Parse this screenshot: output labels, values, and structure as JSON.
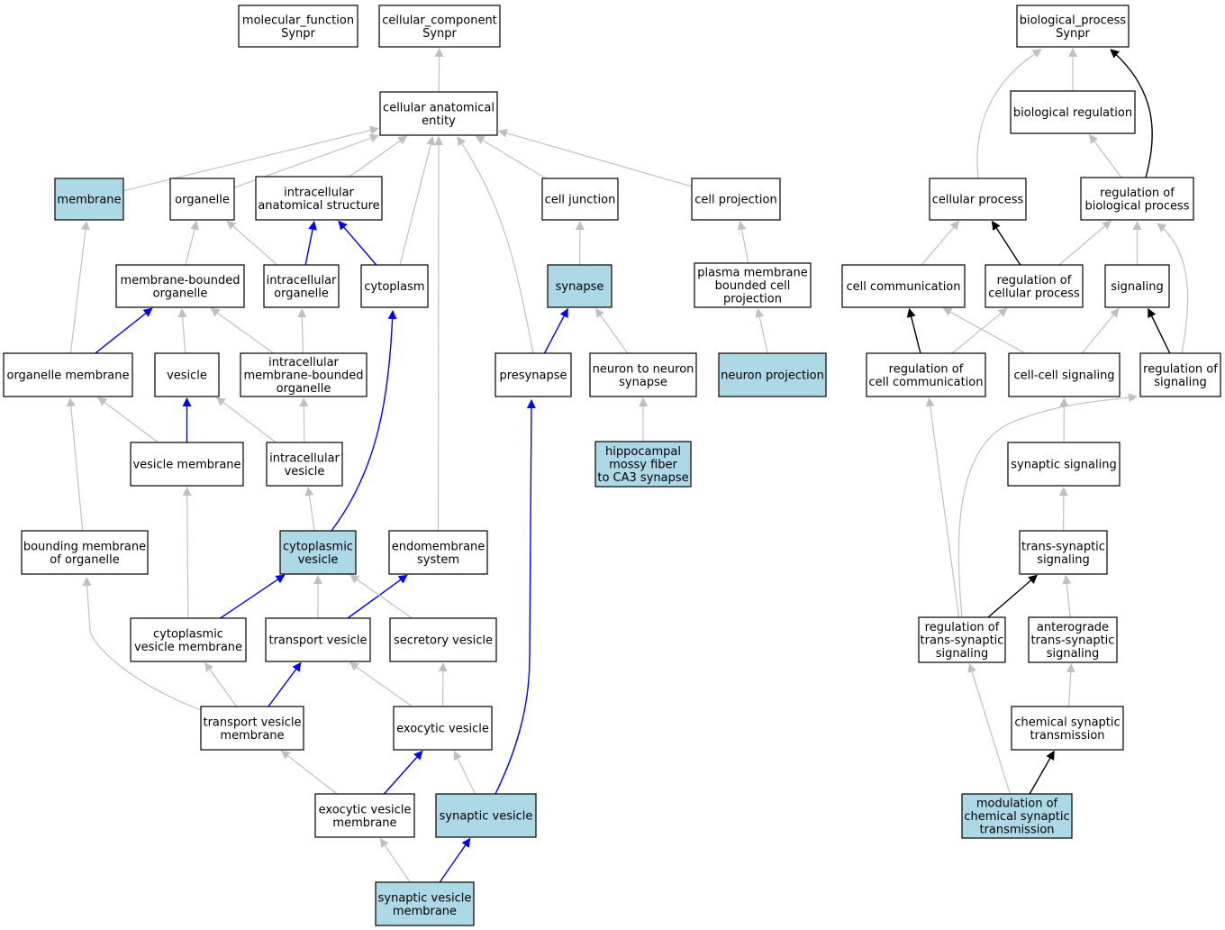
{
  "colors": {
    "highlight_fill": "#add8e6",
    "default_fill": "#ffffff",
    "edge_gray": "#c0c0c0",
    "edge_blue": "#0000ff",
    "edge_black": "#000000"
  },
  "nodes": [
    {
      "id": "molecular_function",
      "lines": [
        "molecular_function",
        "Synpr"
      ],
      "highlight": false
    },
    {
      "id": "cellular_component",
      "lines": [
        "cellular_component",
        "Synpr"
      ],
      "highlight": false
    },
    {
      "id": "biological_process",
      "lines": [
        "biological_process",
        "Synpr"
      ],
      "highlight": false
    },
    {
      "id": "cellular_anatomical_entity",
      "lines": [
        "cellular anatomical",
        "entity"
      ],
      "highlight": false
    },
    {
      "id": "biological_regulation",
      "lines": [
        "biological regulation"
      ],
      "highlight": false
    },
    {
      "id": "membrane",
      "lines": [
        "membrane"
      ],
      "highlight": true
    },
    {
      "id": "organelle",
      "lines": [
        "organelle"
      ],
      "highlight": false
    },
    {
      "id": "intracellular_anatomical_structure",
      "lines": [
        "intracellular",
        "anatomical structure"
      ],
      "highlight": false
    },
    {
      "id": "cell_junction",
      "lines": [
        "cell junction"
      ],
      "highlight": false
    },
    {
      "id": "cell_projection",
      "lines": [
        "cell projection"
      ],
      "highlight": false
    },
    {
      "id": "cellular_process",
      "lines": [
        "cellular process"
      ],
      "highlight": false
    },
    {
      "id": "regulation_of_biological_process",
      "lines": [
        "regulation of",
        "biological process"
      ],
      "highlight": false
    },
    {
      "id": "membrane_bounded_organelle",
      "lines": [
        "membrane-bounded",
        "organelle"
      ],
      "highlight": false
    },
    {
      "id": "intracellular_organelle",
      "lines": [
        "intracellular",
        "organelle"
      ],
      "highlight": false
    },
    {
      "id": "cytoplasm",
      "lines": [
        "cytoplasm"
      ],
      "highlight": false
    },
    {
      "id": "synapse",
      "lines": [
        "synapse"
      ],
      "highlight": true
    },
    {
      "id": "plasma_membrane_bounded_cell_projection",
      "lines": [
        "plasma membrane",
        "bounded cell",
        "projection"
      ],
      "highlight": false
    },
    {
      "id": "cell_communication",
      "lines": [
        "cell communication"
      ],
      "highlight": false
    },
    {
      "id": "regulation_of_cellular_process",
      "lines": [
        "regulation of",
        "cellular process"
      ],
      "highlight": false
    },
    {
      "id": "signaling",
      "lines": [
        "signaling"
      ],
      "highlight": false
    },
    {
      "id": "organelle_membrane",
      "lines": [
        "organelle membrane"
      ],
      "highlight": false
    },
    {
      "id": "vesicle",
      "lines": [
        "vesicle"
      ],
      "highlight": false
    },
    {
      "id": "intracellular_membrane_bounded_organelle",
      "lines": [
        "intracellular",
        "membrane-bounded",
        "organelle"
      ],
      "highlight": false
    },
    {
      "id": "presynapse",
      "lines": [
        "presynapse"
      ],
      "highlight": false
    },
    {
      "id": "neuron_to_neuron_synapse",
      "lines": [
        "neuron to neuron",
        "synapse"
      ],
      "highlight": false
    },
    {
      "id": "neuron_projection",
      "lines": [
        "neuron projection"
      ],
      "highlight": true
    },
    {
      "id": "regulation_of_cell_communication",
      "lines": [
        "regulation of",
        "cell communication"
      ],
      "highlight": false
    },
    {
      "id": "cell_cell_signaling",
      "lines": [
        "cell-cell signaling"
      ],
      "highlight": false
    },
    {
      "id": "regulation_of_signaling",
      "lines": [
        "regulation of",
        "signaling"
      ],
      "highlight": false
    },
    {
      "id": "vesicle_membrane",
      "lines": [
        "vesicle membrane"
      ],
      "highlight": false
    },
    {
      "id": "intracellular_vesicle",
      "lines": [
        "intracellular",
        "vesicle"
      ],
      "highlight": false
    },
    {
      "id": "hippocampal_mossy_fiber",
      "lines": [
        "hippocampal",
        "mossy fiber",
        "to CA3 synapse"
      ],
      "highlight": true
    },
    {
      "id": "synaptic_signaling",
      "lines": [
        "synaptic signaling"
      ],
      "highlight": false
    },
    {
      "id": "bounding_membrane_of_organelle",
      "lines": [
        "bounding membrane",
        "of organelle"
      ],
      "highlight": false
    },
    {
      "id": "cytoplasmic_vesicle",
      "lines": [
        "cytoplasmic",
        "vesicle"
      ],
      "highlight": true
    },
    {
      "id": "endomembrane_system",
      "lines": [
        "endomembrane",
        "system"
      ],
      "highlight": false
    },
    {
      "id": "trans_synaptic_signaling",
      "lines": [
        "trans-synaptic",
        "signaling"
      ],
      "highlight": false
    },
    {
      "id": "cytoplasmic_vesicle_membrane",
      "lines": [
        "cytoplasmic",
        "vesicle membrane"
      ],
      "highlight": false
    },
    {
      "id": "transport_vesicle",
      "lines": [
        "transport vesicle"
      ],
      "highlight": false
    },
    {
      "id": "secretory_vesicle",
      "lines": [
        "secretory vesicle"
      ],
      "highlight": false
    },
    {
      "id": "regulation_of_trans_synaptic_signaling",
      "lines": [
        "regulation of",
        "trans-synaptic",
        "signaling"
      ],
      "highlight": false
    },
    {
      "id": "anterograde_trans_synaptic_signaling",
      "lines": [
        "anterograde",
        "trans-synaptic",
        "signaling"
      ],
      "highlight": false
    },
    {
      "id": "transport_vesicle_membrane",
      "lines": [
        "transport vesicle",
        "membrane"
      ],
      "highlight": false
    },
    {
      "id": "exocytic_vesicle",
      "lines": [
        "exocytic vesicle"
      ],
      "highlight": false
    },
    {
      "id": "chemical_synaptic_transmission",
      "lines": [
        "chemical synaptic",
        "transmission"
      ],
      "highlight": false
    },
    {
      "id": "exocytic_vesicle_membrane",
      "lines": [
        "exocytic vesicle",
        "membrane"
      ],
      "highlight": false
    },
    {
      "id": "synaptic_vesicle",
      "lines": [
        "synaptic vesicle"
      ],
      "highlight": true
    },
    {
      "id": "modulation_of_chemical_synaptic_transmission",
      "lines": [
        "modulation of",
        "chemical synaptic",
        "transmission"
      ],
      "highlight": true
    },
    {
      "id": "synaptic_vesicle_membrane",
      "lines": [
        "synaptic vesicle",
        "membrane"
      ],
      "highlight": true
    }
  ],
  "edges": [
    {
      "from": "cellular_anatomical_entity",
      "to": "cellular_component",
      "color": "gray"
    },
    {
      "from": "membrane",
      "to": "cellular_anatomical_entity",
      "color": "gray"
    },
    {
      "from": "organelle",
      "to": "cellular_anatomical_entity",
      "color": "gray"
    },
    {
      "from": "intracellular_anatomical_structure",
      "to": "cellular_anatomical_entity",
      "color": "gray"
    },
    {
      "from": "cytoplasm",
      "to": "cellular_anatomical_entity",
      "color": "gray"
    },
    {
      "from": "endomembrane_system",
      "to": "cellular_anatomical_entity",
      "color": "gray"
    },
    {
      "from": "presynapse",
      "to": "cellular_anatomical_entity",
      "color": "gray"
    },
    {
      "from": "cell_junction",
      "to": "cellular_anatomical_entity",
      "color": "gray"
    },
    {
      "from": "cell_projection",
      "to": "cellular_anatomical_entity",
      "color": "gray"
    },
    {
      "from": "membrane_bounded_organelle",
      "to": "organelle",
      "color": "gray"
    },
    {
      "from": "intracellular_organelle",
      "to": "organelle",
      "color": "gray"
    },
    {
      "from": "intracellular_organelle",
      "to": "intracellular_anatomical_structure",
      "color": "blue"
    },
    {
      "from": "cytoplasm",
      "to": "intracellular_anatomical_structure",
      "color": "blue"
    },
    {
      "from": "synapse",
      "to": "cell_junction",
      "color": "gray"
    },
    {
      "from": "plasma_membrane_bounded_cell_projection",
      "to": "cell_projection",
      "color": "gray"
    },
    {
      "from": "neuron_projection",
      "to": "plasma_membrane_bounded_cell_projection",
      "color": "gray"
    },
    {
      "from": "organelle_membrane",
      "to": "membrane",
      "color": "gray"
    },
    {
      "from": "organelle_membrane",
      "to": "membrane_bounded_organelle",
      "color": "blue"
    },
    {
      "from": "vesicle",
      "to": "membrane_bounded_organelle",
      "color": "gray"
    },
    {
      "from": "intracellular_membrane_bounded_organelle",
      "to": "membrane_bounded_organelle",
      "color": "gray"
    },
    {
      "from": "intracellular_membrane_bounded_organelle",
      "to": "intracellular_organelle",
      "color": "gray"
    },
    {
      "from": "presynapse",
      "to": "synapse",
      "color": "blue"
    },
    {
      "from": "neuron_to_neuron_synapse",
      "to": "synapse",
      "color": "gray"
    },
    {
      "from": "hippocampal_mossy_fiber",
      "to": "neuron_to_neuron_synapse",
      "color": "gray"
    },
    {
      "from": "vesicle_membrane",
      "to": "organelle_membrane",
      "color": "gray"
    },
    {
      "from": "vesicle_membrane",
      "to": "vesicle",
      "color": "blue"
    },
    {
      "from": "intracellular_vesicle",
      "to": "vesicle",
      "color": "gray"
    },
    {
      "from": "intracellular_vesicle",
      "to": "intracellular_membrane_bounded_organelle",
      "color": "gray"
    },
    {
      "from": "bounding_membrane_of_organelle",
      "to": "organelle_membrane",
      "color": "gray"
    },
    {
      "from": "cytoplasmic_vesicle",
      "to": "intracellular_vesicle",
      "color": "gray"
    },
    {
      "from": "cytoplasmic_vesicle",
      "to": "cytoplasm",
      "color": "blue"
    },
    {
      "from": "cytoplasmic_vesicle_membrane",
      "to": "vesicle_membrane",
      "color": "gray"
    },
    {
      "from": "cytoplasmic_vesicle_membrane",
      "to": "cytoplasmic_vesicle",
      "color": "blue"
    },
    {
      "from": "transport_vesicle",
      "to": "cytoplasmic_vesicle",
      "color": "gray"
    },
    {
      "from": "transport_vesicle",
      "to": "endomembrane_system",
      "color": "blue"
    },
    {
      "from": "secretory_vesicle",
      "to": "cytoplasmic_vesicle",
      "color": "gray"
    },
    {
      "from": "transport_vesicle_membrane",
      "to": "bounding_membrane_of_organelle",
      "color": "gray"
    },
    {
      "from": "transport_vesicle_membrane",
      "to": "cytoplasmic_vesicle_membrane",
      "color": "gray"
    },
    {
      "from": "transport_vesicle_membrane",
      "to": "transport_vesicle",
      "color": "blue"
    },
    {
      "from": "exocytic_vesicle",
      "to": "transport_vesicle",
      "color": "gray"
    },
    {
      "from": "exocytic_vesicle",
      "to": "secretory_vesicle",
      "color": "gray"
    },
    {
      "from": "exocytic_vesicle_membrane",
      "to": "transport_vesicle_membrane",
      "color": "gray"
    },
    {
      "from": "exocytic_vesicle_membrane",
      "to": "exocytic_vesicle",
      "color": "blue"
    },
    {
      "from": "synaptic_vesicle",
      "to": "exocytic_vesicle",
      "color": "gray"
    },
    {
      "from": "synaptic_vesicle",
      "to": "presynapse",
      "color": "blue"
    },
    {
      "from": "synaptic_vesicle_membrane",
      "to": "exocytic_vesicle_membrane",
      "color": "gray"
    },
    {
      "from": "synaptic_vesicle_membrane",
      "to": "synaptic_vesicle",
      "color": "blue"
    },
    {
      "from": "biological_regulation",
      "to": "biological_process",
      "color": "gray"
    },
    {
      "from": "cellular_process",
      "to": "biological_process",
      "color": "gray"
    },
    {
      "from": "regulation_of_biological_process",
      "to": "biological_process",
      "color": "black"
    },
    {
      "from": "regulation_of_biological_process",
      "to": "biological_regulation",
      "color": "gray"
    },
    {
      "from": "cell_communication",
      "to": "cellular_process",
      "color": "gray"
    },
    {
      "from": "regulation_of_cellular_process",
      "to": "cellular_process",
      "color": "black"
    },
    {
      "from": "regulation_of_cellular_process",
      "to": "regulation_of_biological_process",
      "color": "gray"
    },
    {
      "from": "signaling",
      "to": "regulation_of_biological_process",
      "color": "gray"
    },
    {
      "from": "regulation_of_signaling",
      "to": "regulation_of_biological_process",
      "color": "gray"
    },
    {
      "from": "regulation_of_cell_communication",
      "to": "cell_communication",
      "color": "black"
    },
    {
      "from": "regulation_of_cell_communication",
      "to": "regulation_of_cellular_process",
      "color": "gray"
    },
    {
      "from": "cell_cell_signaling",
      "to": "cell_communication",
      "color": "gray"
    },
    {
      "from": "cell_cell_signaling",
      "to": "signaling",
      "color": "gray"
    },
    {
      "from": "regulation_of_signaling",
      "to": "signaling",
      "color": "black"
    },
    {
      "from": "synaptic_signaling",
      "to": "cell_cell_signaling",
      "color": "gray"
    },
    {
      "from": "trans_synaptic_signaling",
      "to": "synaptic_signaling",
      "color": "gray"
    },
    {
      "from": "regulation_of_trans_synaptic_signaling",
      "to": "trans_synaptic_signaling",
      "color": "black"
    },
    {
      "from": "regulation_of_trans_synaptic_signaling",
      "to": "regulation_of_cell_communication",
      "color": "gray"
    },
    {
      "from": "regulation_of_trans_synaptic_signaling",
      "to": "regulation_of_signaling",
      "color": "gray"
    },
    {
      "from": "anterograde_trans_synaptic_signaling",
      "to": "trans_synaptic_signaling",
      "color": "gray"
    },
    {
      "from": "chemical_synaptic_transmission",
      "to": "anterograde_trans_synaptic_signaling",
      "color": "gray"
    },
    {
      "from": "modulation_of_chemical_synaptic_transmission",
      "to": "chemical_synaptic_transmission",
      "color": "black"
    },
    {
      "from": "modulation_of_chemical_synaptic_transmission",
      "to": "regulation_of_trans_synaptic_signaling",
      "color": "gray"
    }
  ]
}
